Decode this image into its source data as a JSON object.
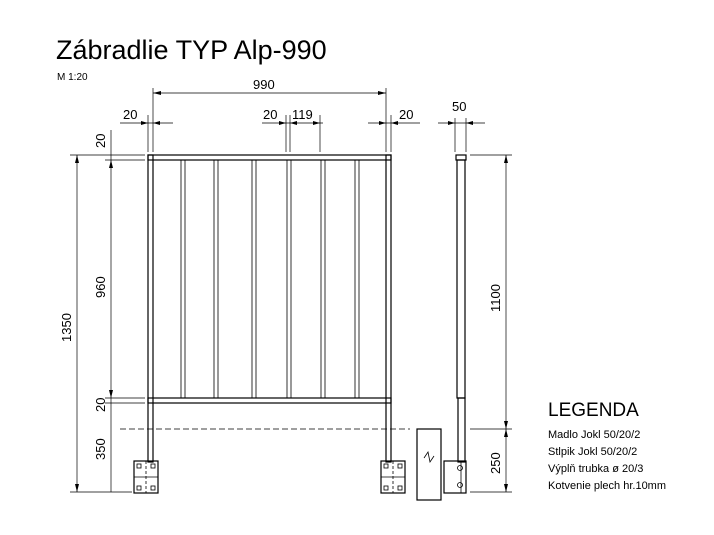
{
  "title": "Zábradlie TYP Alp-990",
  "scale": "M 1:20",
  "dimensions": {
    "total_width": "990",
    "left_post": "20",
    "center_bar": "20",
    "bar_spacing": "119",
    "right_post": "20",
    "side_width": "50",
    "top_rail": "20",
    "infill_height": "960",
    "total_height": "1350",
    "bottom_rail": "20",
    "base_height": "350",
    "side_height": "1100",
    "anchor_height": "250"
  },
  "legend": {
    "heading": "LEGENDA",
    "items": [
      "Madlo Jokl 50/20/2",
      "Stlpik Jokl 50/20/2",
      "Výplň trubka ø 20/3",
      "Kotvenie plech hr.10mm"
    ]
  }
}
